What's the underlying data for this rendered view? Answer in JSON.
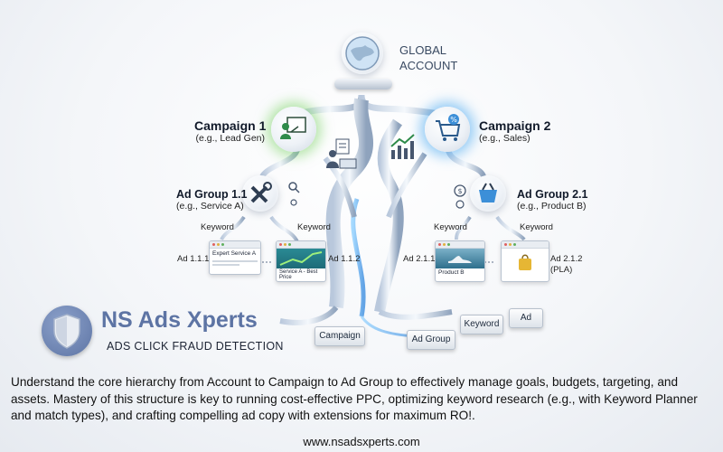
{
  "diagram": {
    "global": {
      "line1": "GLOBAL",
      "line2": "ACCOUNT"
    },
    "campaign1": {
      "title": "Campaign 1",
      "subtitle": "(e.g., Lead Gen)"
    },
    "campaign2": {
      "title": "Campaign 2",
      "subtitle": "(e.g., Sales)"
    },
    "adgroup11": {
      "title": "Ad Group 1.1",
      "subtitle": "(e.g., Service A)"
    },
    "adgroup21": {
      "title": "Ad Group 2.1",
      "subtitle": "(e.g., Product B)"
    },
    "keyword_label": "Keyword",
    "ad111": {
      "label": "Ad 1.1.1",
      "card_text": "Expert Service A"
    },
    "ad112": {
      "label": "Ad 1.1.2",
      "card_text": "Service A - Best Price"
    },
    "ad211": {
      "label": "Ad 2.1.1",
      "card_text": "Product B"
    },
    "ad212": {
      "label": "Ad 2.1.2",
      "label2": "(PLA)"
    },
    "base_tiles": [
      "Campaign",
      "Ad Group",
      "Keyword",
      "Ad"
    ]
  },
  "brand": {
    "name": "NS Ads Xperts",
    "tagline": "ADS CLICK FRAUD DETECTION",
    "accent": "#6f86b4"
  },
  "description": "Understand the core hierarchy from Account to Campaign to Ad Group to effectively manage goals, budgets, targeting, and assets. Mastery of this structure is key to running cost-effective PPC, optimizing keyword research (e.g., with Keyword Planner and match types), and crafting compelling ad copy with extensions for maximum RO!.",
  "footer": {
    "url": "www.nsadsxperts.com"
  },
  "colors": {
    "green_glow": "#7fd36a",
    "blue_glow": "#4aa8f0"
  }
}
